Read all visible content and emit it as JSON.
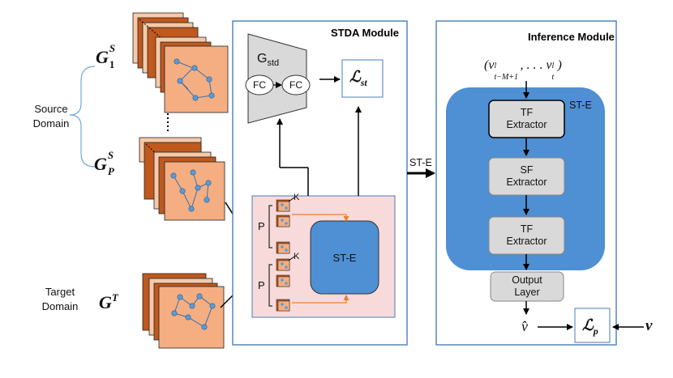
{
  "source_domain": {
    "label_line1": "Source",
    "label_line2": "Domain",
    "graph_first_symbol": "G",
    "graph_first_sub": "1",
    "graph_first_sup": "S",
    "graph_last_symbol": "G",
    "graph_last_sub": "P",
    "graph_last_sup": "S"
  },
  "target_domain": {
    "label_line1": "Target",
    "label_line2": "Domain",
    "graph_symbol": "G",
    "graph_sup": "T"
  },
  "stda_module": {
    "title": "STDA Module",
    "generator_label": "G",
    "generator_sub": "std",
    "fc1_label": "FC",
    "fc2_label": "FC",
    "loss_symbol": "ℒ",
    "loss_sub": "st",
    "st_e_label": "ST-E",
    "p_label_top": "P",
    "p_label_bottom": "P",
    "k_label_top": "K",
    "k_label_bottom": "K"
  },
  "connector_label": "ST-E",
  "inference_module": {
    "title": "Inference Module",
    "input_expr_open": "(v",
    "input_expr_sup1": "l",
    "input_expr_sub1": "t−M+1",
    "input_expr_mid": ", . . . v",
    "input_expr_sup2": "l",
    "input_expr_sub2": "t",
    "input_expr_close": ")",
    "st_e_label": "ST-E",
    "extractor1_line1": "TF",
    "extractor1_line2": "Extractor",
    "extractor2_line1": "SF",
    "extractor2_line2": "Extractor",
    "extractor3_line1": "TF",
    "extractor3_line2": "Extractor",
    "output_line1": "Output",
    "output_line2": "Layer",
    "prediction_symbol": "v̂",
    "loss_symbol": "ℒ",
    "loss_sub": "p",
    "truth_symbol": "v"
  },
  "colors": {
    "graph_face": "#f4ae82",
    "graph_back": "#c0591d",
    "graph_light": "#f7c9a8",
    "node": "#5b9bd5",
    "pink_panel": "#f8dadb",
    "blue_block": "#4f8fd3",
    "grey_box": "#d9d9d9",
    "orange_arrow": "#ed7d31",
    "module_border": "#4a7ebb"
  }
}
